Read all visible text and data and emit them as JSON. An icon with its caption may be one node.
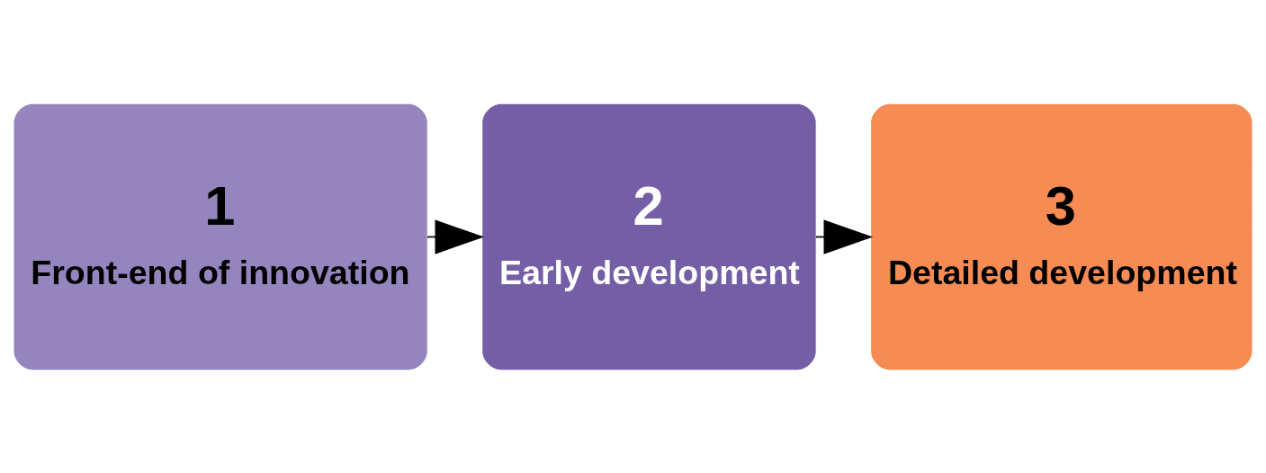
{
  "diagram": {
    "nodes": [
      {
        "text": [
          "1",
          "Front-end of innovation"
        ]
      },
      {
        "text": [
          "2",
          "Early development"
        ]
      },
      {
        "text": [
          "3",
          "Detailed development"
        ]
      }
    ],
    "edges": [
      {
        "from": 0,
        "to": 1,
        "arrow": "to"
      },
      {
        "from": 1,
        "to": 2,
        "arrow": "to"
      }
    ]
  }
}
